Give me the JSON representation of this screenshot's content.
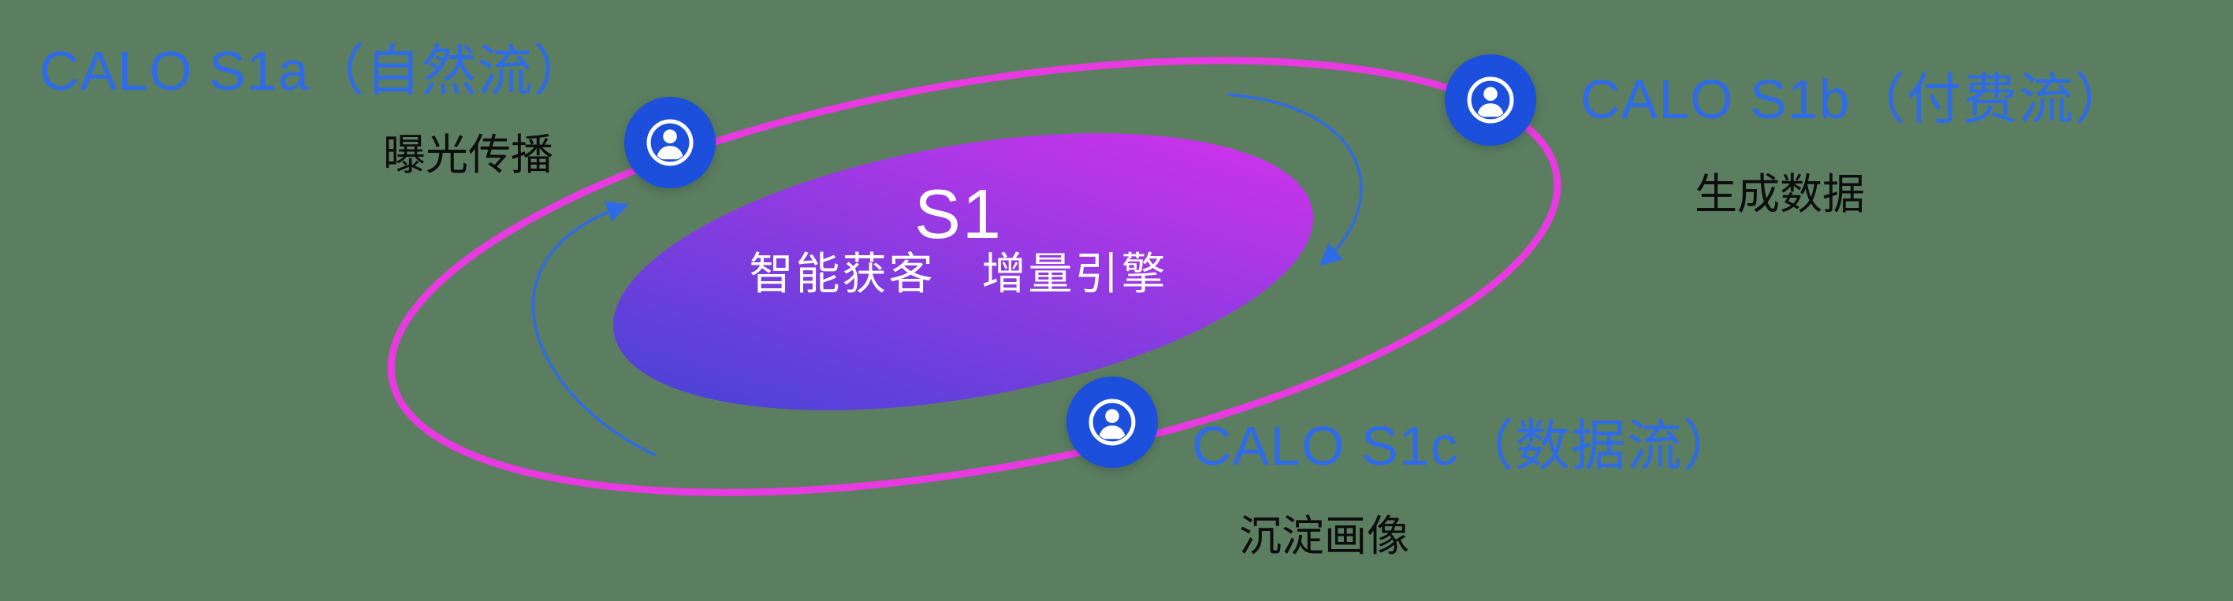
{
  "center": {
    "title": "S1",
    "subtitle": "智能获客　增量引擎"
  },
  "nodes": [
    {
      "label": "CALO S1a（自然流）",
      "sublabel": "曝光传播",
      "icon": "user-icon"
    },
    {
      "label": "CALO S1b（付费流）",
      "sublabel": "生成数据",
      "icon": "user-icon"
    },
    {
      "label": "CALO S1c（数据流）",
      "sublabel": "沉淀画像",
      "icon": "user-icon"
    }
  ],
  "colors": {
    "background": "#5b7e61",
    "label_blue": "#2f6be6",
    "node_blue": "#1c4fdb",
    "orbit_magenta": "#e93ae2",
    "gradient_start": "#4244d6",
    "gradient_end": "#d532ec",
    "sublabel_dark": "#0d0d0d",
    "center_text": "#ffffff",
    "arrow_blue": "#2f6be6"
  }
}
